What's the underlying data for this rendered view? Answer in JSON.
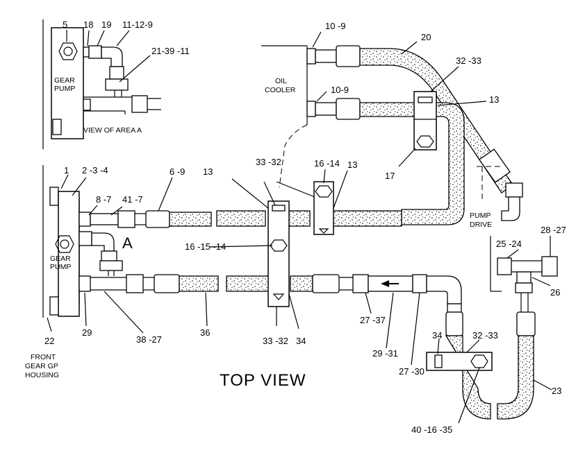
{
  "labels": {
    "title": "TOP VIEW",
    "gear_pump_1": "GEAR",
    "gear_pump_2": "PUMP",
    "gear_pump_inset_1": "GEAR",
    "gear_pump_inset_2": "PUMP",
    "view_of_area": "VIEW OF AREA A",
    "oil_cooler_1": "OIL",
    "oil_cooler_2": "COOLER",
    "pump_drive_1": "PUMP",
    "pump_drive_2": "DRIVE",
    "front_housing_1": "FRONT",
    "front_housing_2": "GEAR GP",
    "front_housing_3": "HOUSING",
    "area_a": "A"
  },
  "callouts": {
    "c5": "5",
    "c18": "18",
    "c19": "19",
    "c11_12_9": "11-12-9",
    "c21_39_11": "21-39 -11",
    "c10_9_top": "10 -9",
    "c10_9_mid": "10-9",
    "c20": "20",
    "c32_33_top": "32 -33",
    "c13_right": "13",
    "c17": "17",
    "c1": "1",
    "c2_3_4": "2 -3 -4",
    "c8_7": "8 -7",
    "c41_7": "41 -7",
    "c6_9": "6 -9",
    "c13_left": "13",
    "c33_32_top": "33 -32",
    "c16_14": "16 -14",
    "c13_mid": "13",
    "c16_15_14": "16 -15 -14",
    "c28_27": "28 -27",
    "c25_24": "25 -24",
    "c26": "26",
    "c22": "22",
    "c29_left": "29",
    "c38_27": "38 -27",
    "c36": "36",
    "c33_32_bot": "33 -32",
    "c34_mid": "34",
    "c27_37": "27 -37",
    "c29_31": "29 -31",
    "c27_30": "27 -30",
    "c34_right": "34",
    "c32_33_bot": "32 -33",
    "c23": "23",
    "c40_16_35": "40 -16 -35"
  }
}
